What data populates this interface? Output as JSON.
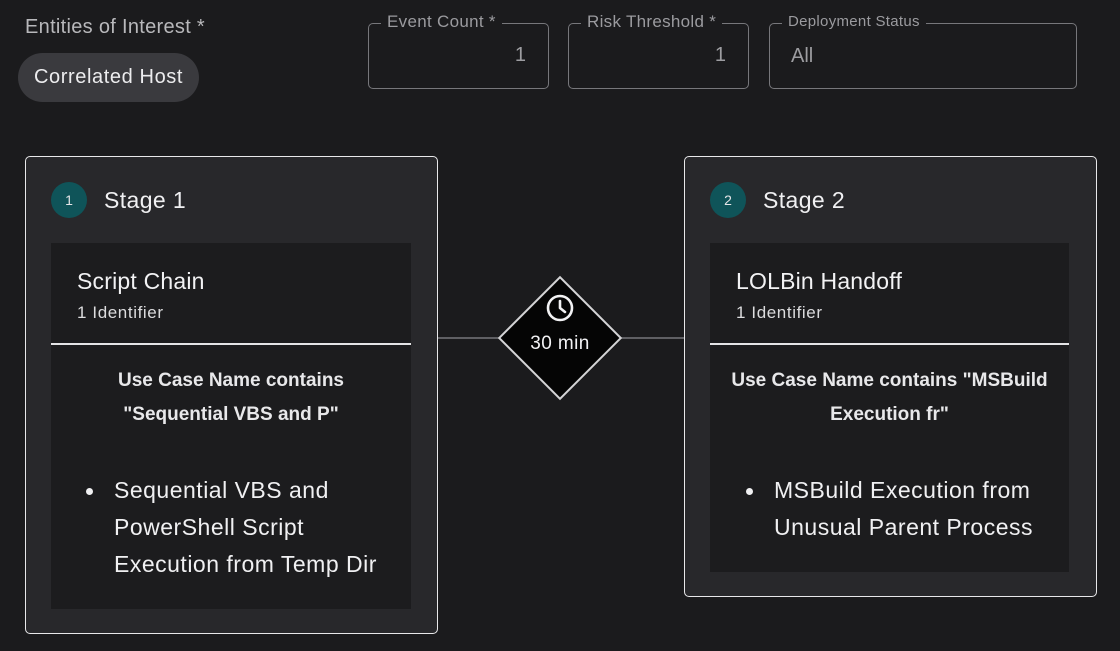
{
  "filters": {
    "entities_label": "Entities of Interest *",
    "entity_chip": "Correlated Host",
    "event_count": {
      "label": "Event Count *",
      "value": "1"
    },
    "risk_threshold": {
      "label": "Risk Threshold *",
      "value": "1"
    },
    "deployment_status": {
      "label": "Deployment Status",
      "value": "All"
    }
  },
  "connector": {
    "delay_label": "30 min",
    "icon": "clock-icon"
  },
  "stages": [
    {
      "number": "1",
      "title": "Stage 1",
      "rule_name": "Script Chain",
      "identifier_count": "1 Identifier",
      "condition_line1": "Use Case Name contains",
      "condition_line2": "\"Sequential VBS and P\"",
      "items": [
        "Sequential VBS and PowerShell Script Execution from Temp Dir"
      ]
    },
    {
      "number": "2",
      "title": "Stage 2",
      "rule_name": "LOLBin Handoff",
      "identifier_count": "1 Identifier",
      "condition_line1": "Use Case Name contains \"MSBuild",
      "condition_line2": "Execution fr\"",
      "items": [
        "MSBuild Execution from Unusual Parent Process"
      ]
    }
  ],
  "colors": {
    "background": "#1b1b1d",
    "stage_badge": "#0f5459",
    "card": "#28282b",
    "panel": "#1c1c1e"
  }
}
